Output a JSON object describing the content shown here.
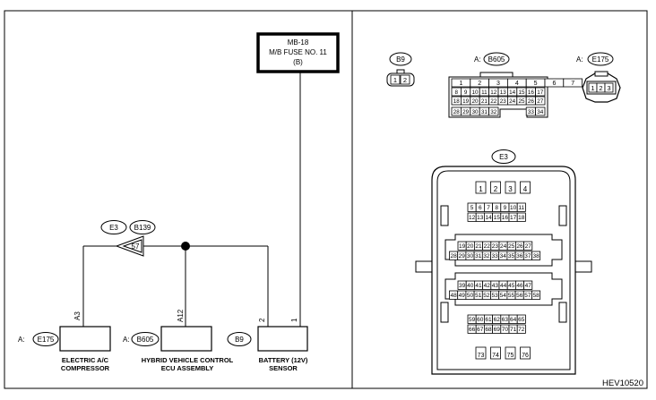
{
  "fuse_box": {
    "line1": "MB-18",
    "line2": "M/B FUSE NO. 11",
    "line3": "(B)"
  },
  "splice": {
    "connector1": "E3",
    "connector2": "B139",
    "pin": "57"
  },
  "components": {
    "compressor": {
      "connector_prefix": "A:",
      "connector": "E175",
      "pin": "A3",
      "name_line1": "ELECTRIC A/C",
      "name_line2": "COMPRESSOR"
    },
    "ecu": {
      "connector_prefix": "A:",
      "connector": "B605",
      "pin": "A12",
      "name_line1": "HYBRID VEHICLE CONTROL",
      "name_line2": "ECU ASSEMBLY"
    },
    "battery_sensor": {
      "connector": "B9",
      "pin_left": "2",
      "pin_right": "1",
      "name_line1": "BATTERY (12V)",
      "name_line2": "SENSOR"
    }
  },
  "connectors": {
    "b9": {
      "label": "B9",
      "pins": [
        "1",
        "2"
      ]
    },
    "b605": {
      "prefix": "A:",
      "label": "B605",
      "rows": [
        [
          "1",
          "2",
          "3",
          "4",
          "5",
          "6",
          "7"
        ],
        [
          "8",
          "9",
          "10",
          "11",
          "12",
          "13",
          "14",
          "15",
          "16",
          "17"
        ],
        [
          "18",
          "19",
          "20",
          "21",
          "22",
          "23",
          "24",
          "25",
          "26",
          "27"
        ],
        [
          "28",
          "29",
          "30",
          "31",
          "32",
          "33",
          "34"
        ]
      ]
    },
    "e175": {
      "prefix": "A:",
      "label": "E175",
      "pins": [
        "1",
        "2",
        "3"
      ]
    },
    "e3": {
      "label": "E3",
      "groups": [
        [
          [
            "1",
            "2",
            "3",
            "4"
          ]
        ],
        [
          [
            "5",
            "6",
            "7",
            "8",
            "9",
            "10",
            "11"
          ],
          [
            "12",
            "13",
            "14",
            "15",
            "16",
            "17",
            "18"
          ]
        ],
        [
          [
            "19",
            "20",
            "21",
            "22",
            "23",
            "24",
            "25",
            "26",
            "27"
          ],
          [
            "28",
            "29",
            "30",
            "31",
            "32",
            "33",
            "34",
            "35",
            "36",
            "37",
            "38"
          ]
        ],
        [
          [
            "39",
            "40",
            "41",
            "42",
            "43",
            "44",
            "45",
            "46",
            "47"
          ],
          [
            "48",
            "49",
            "50",
            "51",
            "52",
            "53",
            "54",
            "55",
            "56",
            "57",
            "58"
          ]
        ],
        [
          [
            "59",
            "60",
            "61",
            "62",
            "63",
            "64",
            "65"
          ],
          [
            "66",
            "67",
            "68",
            "69",
            "70",
            "71",
            "72"
          ]
        ],
        [
          [
            "73",
            "74",
            "75",
            "76"
          ]
        ]
      ]
    }
  },
  "figure_code": "HEV10520"
}
